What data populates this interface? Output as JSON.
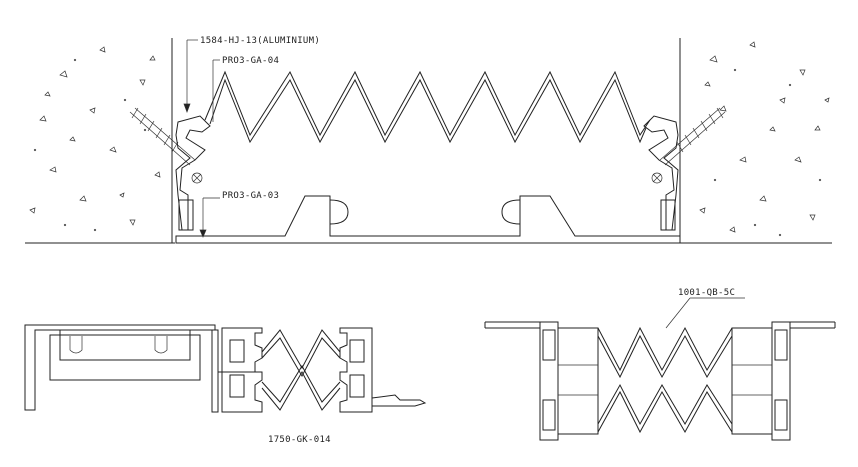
{
  "labels": {
    "aluminium": "1584-HJ-13(ALUMINIUM)",
    "pro_top": "PRO3-GA-04",
    "pro_bottom": "PRO3-GA-03",
    "bottom_left": "1750-GK-014",
    "bottom_right": "1001-QB-5C"
  },
  "colors": {
    "line": "#222222",
    "hatch": "#555555",
    "background": "#ffffff"
  },
  "icons": [
    "screw-anchor-icon"
  ]
}
